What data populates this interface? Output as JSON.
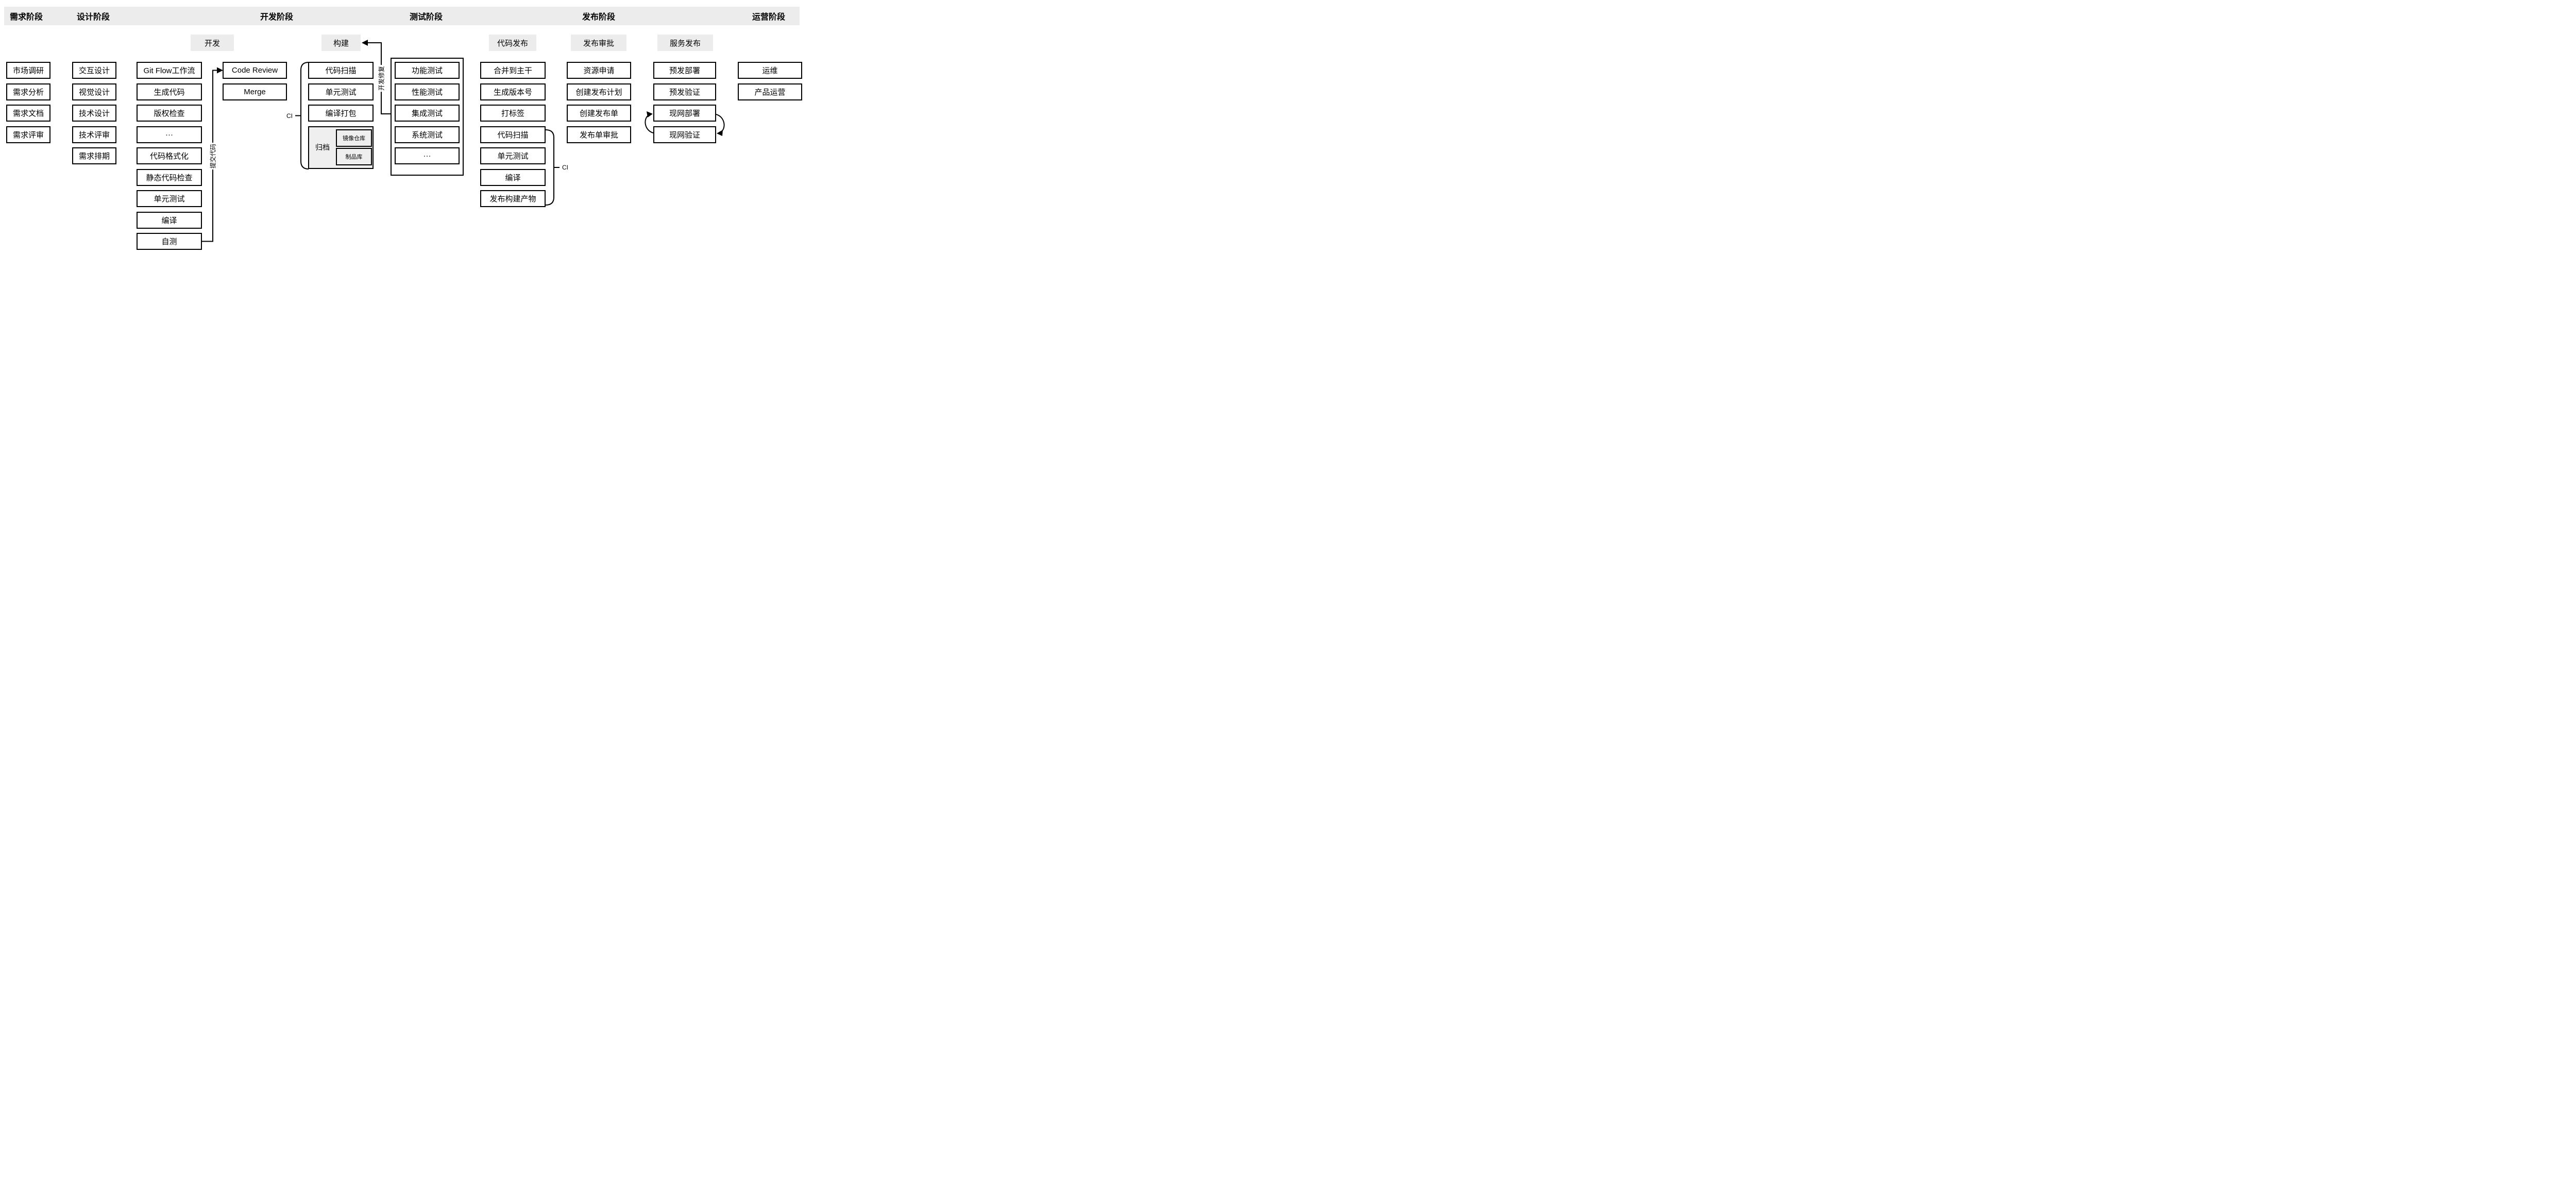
{
  "stages": [
    {
      "label": "需求阶段"
    },
    {
      "label": "设计阶段"
    },
    {
      "label": "开发阶段"
    },
    {
      "label": "测试阶段"
    },
    {
      "label": "发布阶段"
    },
    {
      "label": "运营阶段"
    }
  ],
  "substages": {
    "dev": "开发",
    "build": "构建",
    "code_release": "代码发布",
    "release_approval": "发布审批",
    "service_release": "服务发布"
  },
  "columns": {
    "requirements": {
      "items": [
        "市场调研",
        "需求分析",
        "需求文档",
        "需求评审"
      ]
    },
    "design": {
      "items": [
        "交互设计",
        "视觉设计",
        "技术设计",
        "技术评审",
        "需求排期"
      ]
    },
    "dev_tasks": {
      "items": [
        "Git Flow工作流",
        "生成代码",
        "版权检查",
        "···",
        "代码格式化",
        "静态代码检查",
        "单元测试",
        "编译",
        "自测"
      ]
    },
    "review": {
      "items": [
        "Code Review",
        "Merge"
      ]
    },
    "build": {
      "items": [
        "代码扫描",
        "单元测试",
        "编译打包"
      ],
      "archive": {
        "label": "归档",
        "items": [
          "镜像仓库",
          "制品库"
        ]
      }
    },
    "test": {
      "items": [
        "功能测试",
        "性能测试",
        "集成测试",
        "系统测试",
        "···"
      ]
    },
    "code_release": {
      "items": [
        "合并到主干",
        "生成版本号",
        "打标签",
        "代码扫描",
        "单元测试",
        "编译",
        "发布构建产物"
      ]
    },
    "release_approval": {
      "items": [
        "资源申请",
        "创建发布计划",
        "创建发布单",
        "发布单审批"
      ]
    },
    "service_release": {
      "items": [
        "预发部署",
        "预发验证",
        "现网部署",
        "现网验证"
      ]
    },
    "operation": {
      "items": [
        "运维",
        "产品运营"
      ]
    }
  },
  "annotations": {
    "submit_code": "提交代码",
    "dev_fix": "开发修复",
    "ci_build": "CI",
    "ci_release": "CI"
  },
  "colors": {
    "band": "#ececec",
    "label_box": "#ececec",
    "archive_bg": "#efefef",
    "stroke": "#000000"
  }
}
